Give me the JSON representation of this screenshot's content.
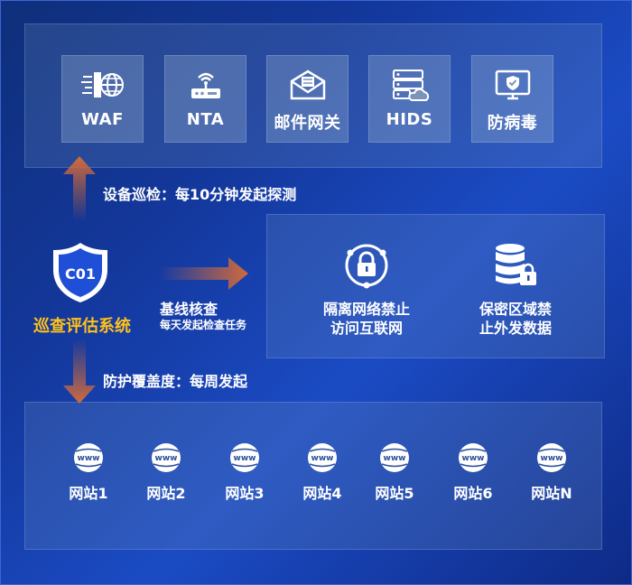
{
  "devices": [
    {
      "label": "WAF",
      "icon": "waf-globe-icon"
    },
    {
      "label": "NTA",
      "icon": "router-icon"
    },
    {
      "label": "邮件网关",
      "icon": "mail-icon"
    },
    {
      "label": "HIDS",
      "icon": "server-cloud-icon"
    },
    {
      "label": "防病毒",
      "icon": "monitor-shield-icon"
    }
  ],
  "annotations": {
    "inspect": "设备巡检：每10分钟发起探测",
    "baseline_title": "基线核查",
    "baseline_sub": "每天发起检查任务",
    "coverage": "防护覆盖度：每周发起"
  },
  "system": {
    "badge": "C01",
    "label": "巡查评估系统"
  },
  "checks": [
    {
      "line1": "隔离网络禁止",
      "line2": "访问互联网",
      "icon": "lock-circle-icon"
    },
    {
      "line1": "保密区域禁",
      "line2": "止外发数据",
      "icon": "database-lock-icon"
    }
  ],
  "sites": {
    "www": "www",
    "items": [
      "网站1",
      "网站2",
      "网站3",
      "网站4",
      "网站5",
      "网站6",
      "网站N"
    ]
  },
  "colors": {
    "accent_orange": "#c8663a",
    "label_yellow": "#ffc21a",
    "shield_blue": "#1f4fd6"
  }
}
